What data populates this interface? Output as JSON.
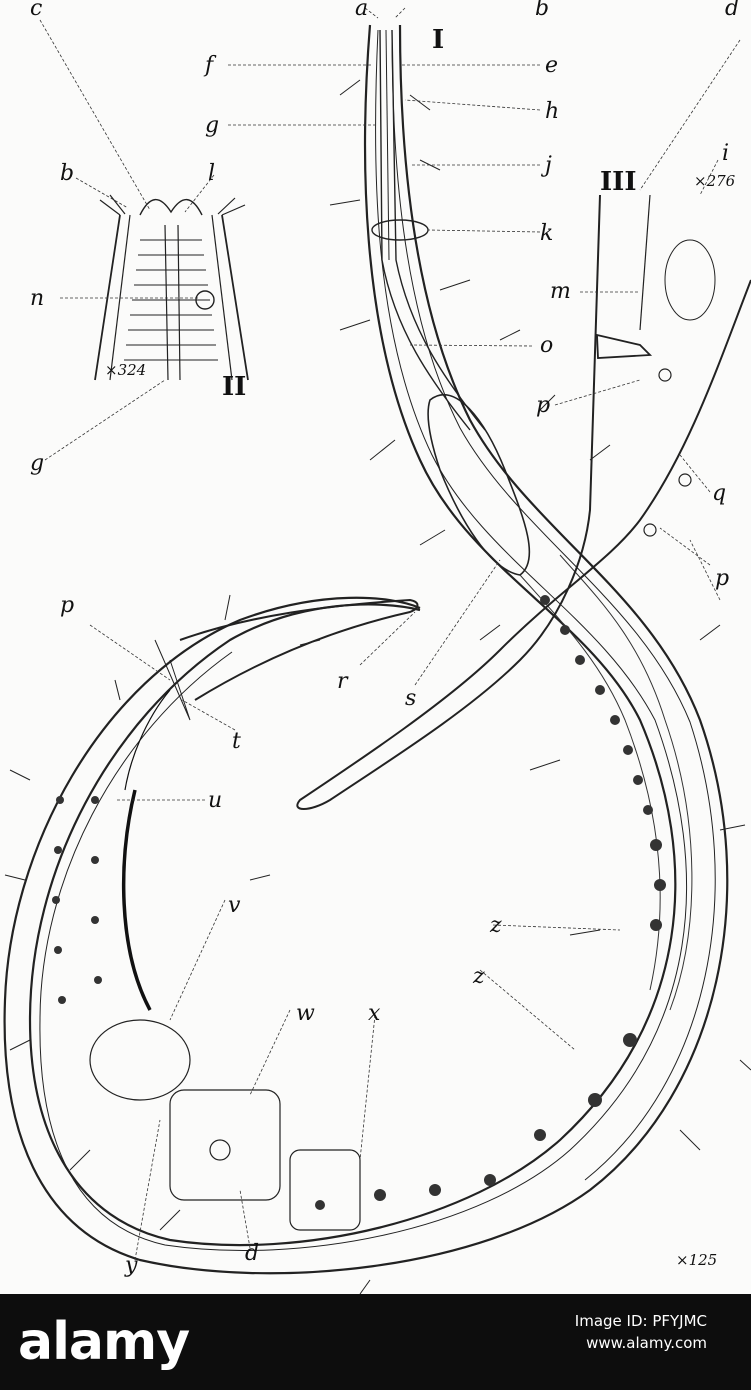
{
  "figure": {
    "panel_numerals": [
      "I",
      "II",
      "III"
    ],
    "scales": {
      "main": "×125",
      "head_detail": "×324",
      "vulva_detail": "×276"
    },
    "labels": {
      "a": "a",
      "b": "b",
      "b2": "b",
      "c": "c",
      "d": "d",
      "d2": "d",
      "e": "e",
      "f": "f",
      "g": "g",
      "g2": "g",
      "h": "h",
      "i": "i",
      "j": "j",
      "k": "k",
      "l": "l",
      "m": "m",
      "n": "n",
      "o": "o",
      "p": "p",
      "p2": "p",
      "p3": "p",
      "q": "q",
      "r": "r",
      "s": "s",
      "t": "t",
      "u": "u",
      "v": "v",
      "w": "w",
      "x": "x",
      "y": "y",
      "z": "z",
      "z2": "z"
    }
  },
  "footer": {
    "brand": "alamy",
    "image_id": "Image ID: PFYJMC",
    "site": "www.alamy.com"
  },
  "colors": {
    "ink": "#111111",
    "paper": "#fbfbfa",
    "banner": "#0d0d0d",
    "banner_text": "#ffffff"
  }
}
